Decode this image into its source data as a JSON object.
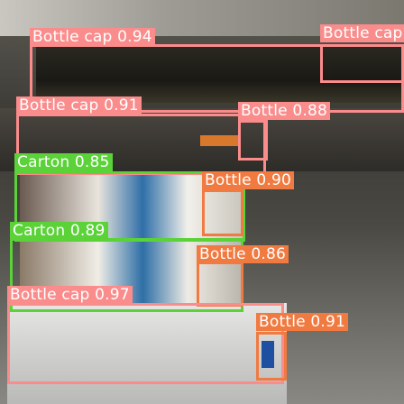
{
  "palette": {
    "bottle_cap": "#fa8c8c",
    "bottle": "#f07a40",
    "carton": "#5ad238"
  },
  "detections": [
    {
      "class": "Bottle cap",
      "label": "Bottle cap 0.94",
      "color_key": "bottle_cap"
    },
    {
      "class": "Bottle cap",
      "label": "Bottle cap",
      "color_key": "bottle_cap"
    },
    {
      "class": "Bottle cap",
      "label": "Bottle cap 0.91",
      "color_key": "bottle_cap"
    },
    {
      "class": "Bottle",
      "label": "Bottle 0.88",
      "color_key": "bottle_cap"
    },
    {
      "class": "Carton",
      "label": "Carton 0.85",
      "color_key": "carton"
    },
    {
      "class": "Bottle",
      "label": "Bottle 0.90",
      "color_key": "bottle"
    },
    {
      "class": "Carton",
      "label": "Carton 0.89",
      "color_key": "carton"
    },
    {
      "class": "Bottle",
      "label": "Bottle 0.86",
      "color_key": "bottle"
    },
    {
      "class": "Bottle cap",
      "label": "Bottle cap 0.97",
      "color_key": "bottle_cap"
    },
    {
      "class": "Bottle",
      "label": "Bottle 0.91",
      "color_key": "bottle"
    }
  ]
}
